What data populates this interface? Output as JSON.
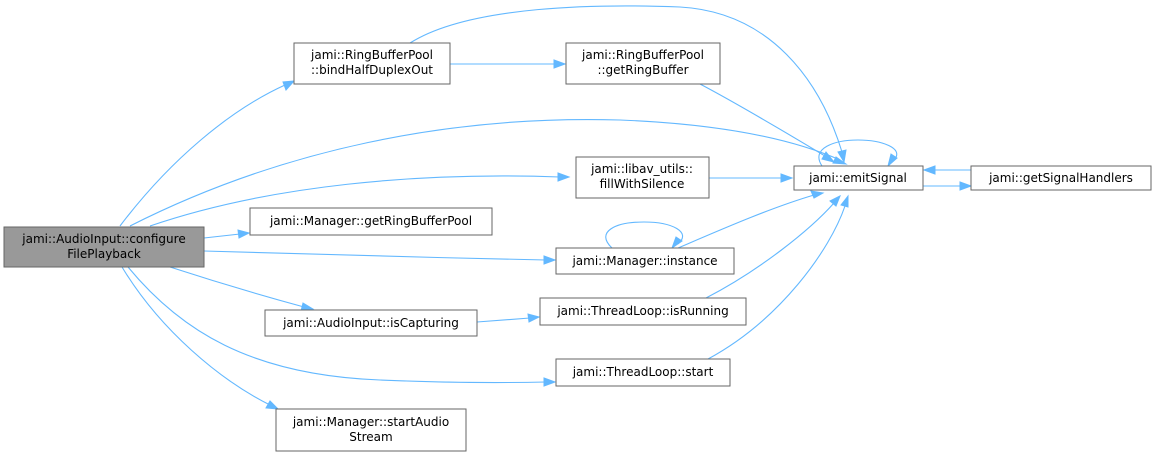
{
  "nodes": {
    "configure": {
      "lines": [
        "jami::AudioInput::configure",
        "FilePlayback"
      ],
      "root": true
    },
    "bindHalf": {
      "lines": [
        "jami::RingBufferPool",
        "::bindHalfDuplexOut"
      ]
    },
    "getRingBuffer": {
      "lines": [
        "jami::RingBufferPool",
        "::getRingBuffer"
      ]
    },
    "emitSignal": {
      "lines": [
        "jami::emitSignal"
      ]
    },
    "getSignalHandlers": {
      "lines": [
        "jami::getSignalHandlers"
      ]
    },
    "fillWithSilence": {
      "lines": [
        "jami::libav_utils::",
        "fillWithSilence"
      ]
    },
    "getRingBufferPool": {
      "lines": [
        "jami::Manager::getRingBufferPool"
      ]
    },
    "instance": {
      "lines": [
        "jami::Manager::instance"
      ]
    },
    "isCapturing": {
      "lines": [
        "jami::AudioInput::isCapturing"
      ]
    },
    "isRunning": {
      "lines": [
        "jami::ThreadLoop::isRunning"
      ]
    },
    "start": {
      "lines": [
        "jami::ThreadLoop::start"
      ]
    },
    "startAudio": {
      "lines": [
        "jami::Manager::startAudio",
        "Stream"
      ]
    }
  },
  "edges": [
    [
      "configure",
      "bindHalf"
    ],
    [
      "configure",
      "emitSignal"
    ],
    [
      "configure",
      "fillWithSilence"
    ],
    [
      "configure",
      "getRingBufferPool"
    ],
    [
      "configure",
      "instance"
    ],
    [
      "configure",
      "isCapturing"
    ],
    [
      "configure",
      "start"
    ],
    [
      "configure",
      "startAudio"
    ],
    [
      "bindHalf",
      "getRingBuffer"
    ],
    [
      "bindHalf",
      "emitSignal"
    ],
    [
      "getRingBuffer",
      "emitSignal"
    ],
    [
      "emitSignal",
      "emitSignal"
    ],
    [
      "emitSignal",
      "getSignalHandlers"
    ],
    [
      "getSignalHandlers",
      "emitSignal"
    ],
    [
      "fillWithSilence",
      "emitSignal"
    ],
    [
      "instance",
      "instance"
    ],
    [
      "instance",
      "emitSignal"
    ],
    [
      "isCapturing",
      "isRunning"
    ],
    [
      "isRunning",
      "emitSignal"
    ],
    [
      "start",
      "emitSignal"
    ]
  ],
  "colors": {
    "edge": "#63b8ff",
    "root_fill": "#999999",
    "border": "#666666"
  }
}
